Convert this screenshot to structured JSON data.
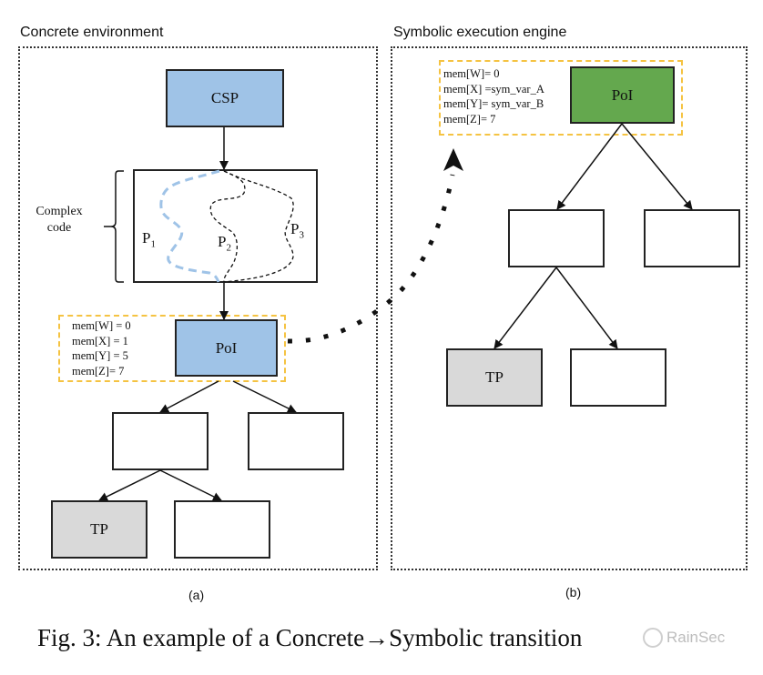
{
  "panel_a": {
    "title": "Concrete environment",
    "sublabel": "(a)",
    "csp_label": "CSP",
    "complex_code_label_line1": "Complex",
    "complex_code_label_line2": "code",
    "paths": [
      {
        "label": "P",
        "sub": "1",
        "style": "blue-dashed"
      },
      {
        "label": "P",
        "sub": "2",
        "style": "black-dashed"
      },
      {
        "label": "P",
        "sub": "3",
        "style": "black-dashed"
      }
    ],
    "poi_label": "PoI",
    "memory": [
      "mem[W] = 0",
      "mem[X] = 1",
      "mem[Y] = 5",
      "mem[Z]= 7"
    ],
    "tp_label": "TP"
  },
  "panel_b": {
    "title": "Symbolic execution engine",
    "sublabel": "(b)",
    "poi_label": "PoI",
    "memory": [
      "mem[W]= 0",
      "mem[X] =sym_var_A",
      "mem[Y]= sym_var_B",
      "mem[Z]= 7"
    ],
    "tp_label": "TP"
  },
  "caption": "Fig. 3: An example of a Concrete→Symbolic transition",
  "watermark": "RainSec",
  "colors": {
    "concrete_node": "#9fc3e7",
    "symbolic_poi": "#64a84e",
    "target_node": "#d9d9d9",
    "memory_border": "#f5c342",
    "path_p1": "#9fc3e7"
  }
}
